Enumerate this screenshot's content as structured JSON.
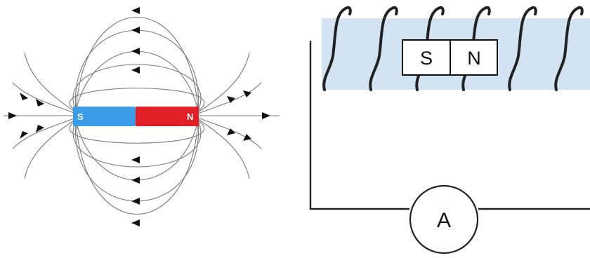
{
  "left_diagram": {
    "magnet": {
      "south_label": "S",
      "north_label": "N",
      "south_color": "#3a9be8",
      "north_color": "#e11f26"
    }
  },
  "right_diagram": {
    "coil": {
      "turn_count": 6,
      "core_color": "#d3e3f1"
    },
    "magnet_box": {
      "south_label": "S",
      "north_label": "N"
    },
    "meter": {
      "label": "A"
    }
  }
}
